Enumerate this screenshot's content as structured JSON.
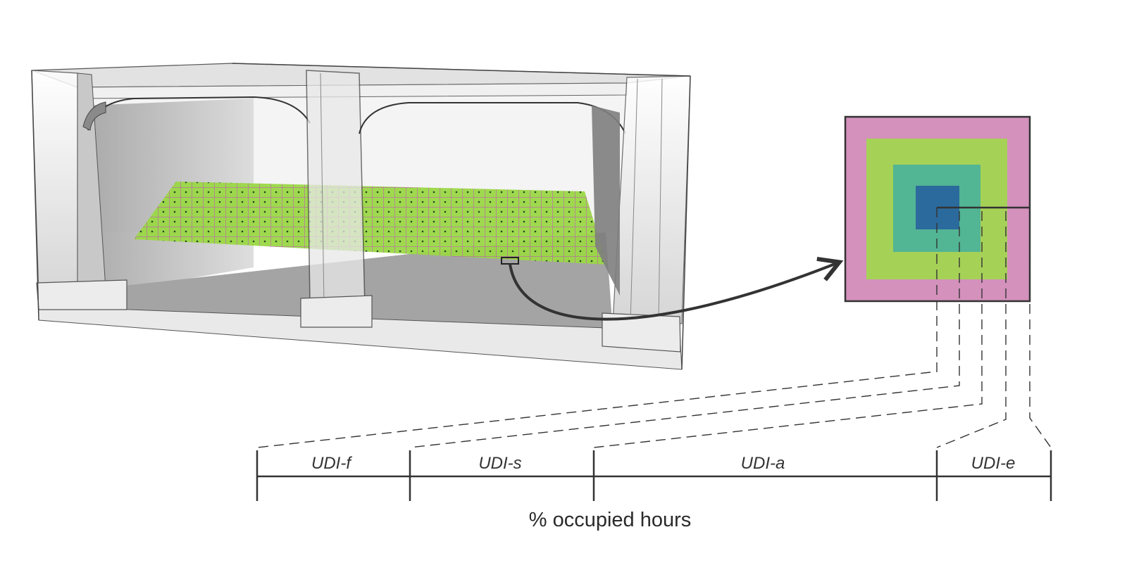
{
  "diagram": {
    "segments": [
      {
        "id": "udi-f",
        "label": "UDI-f"
      },
      {
        "id": "udi-s",
        "label": "UDI-s"
      },
      {
        "id": "udi-a",
        "label": "UDI-a"
      },
      {
        "id": "udi-e",
        "label": "UDI-e"
      }
    ],
    "axis_title": "% occupied hours",
    "colors": {
      "udi-f": "#d391bc",
      "udi-s": "#a6d157",
      "udi-a": "#52b594",
      "udi-e": "#2b6a9c",
      "floor": "#a4a4a4",
      "grid_green": "#8fd63a",
      "grid_magenta": "#c040c0",
      "structure": "#d6d6d6",
      "line": "#333333"
    }
  }
}
